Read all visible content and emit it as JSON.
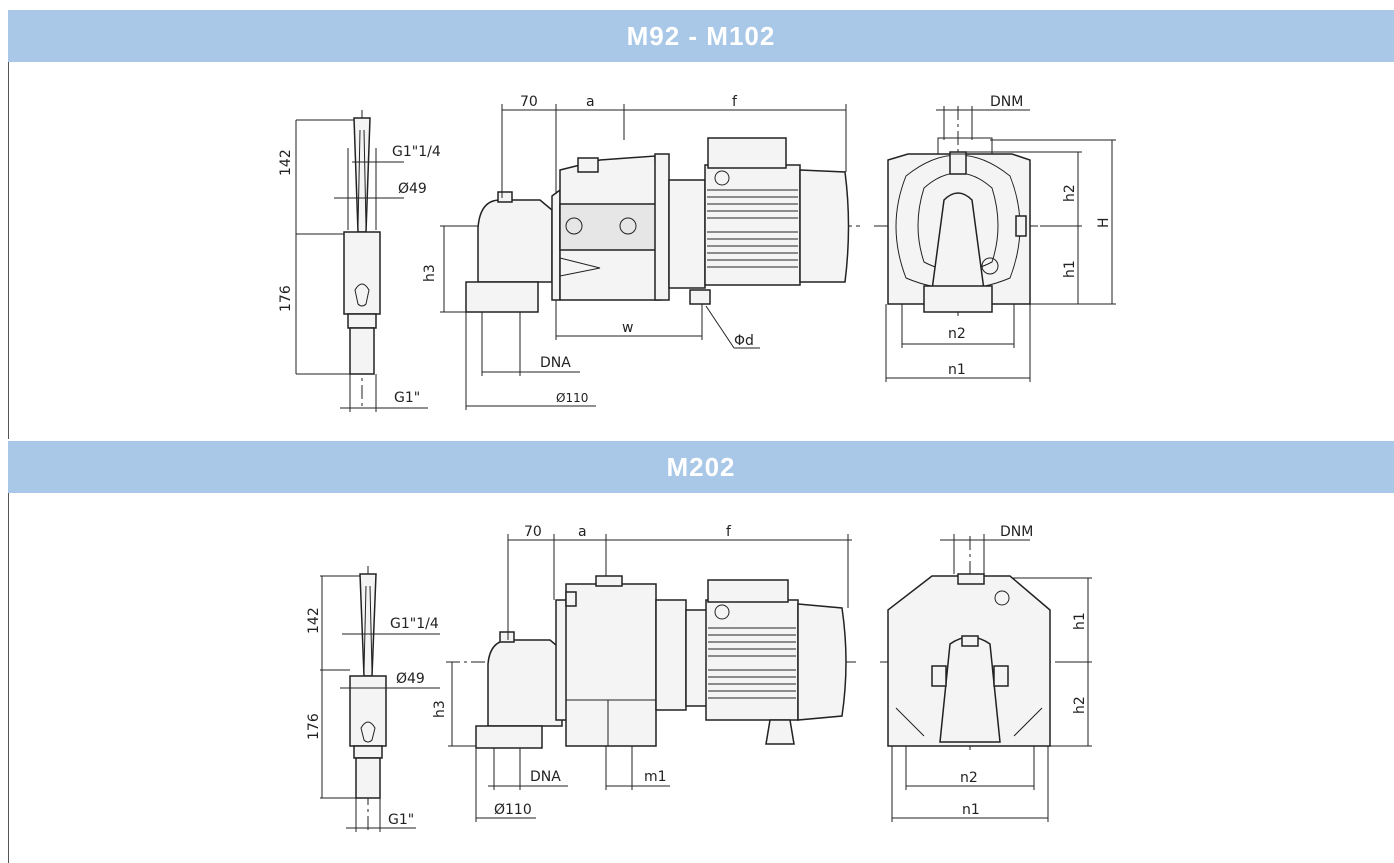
{
  "sections": [
    {
      "title": "M92 - M102",
      "labels": {
        "dim_142": "142",
        "dim_176": "176",
        "g1_1_4": "G1\"1/4",
        "phi49": "Ø49",
        "g1": "G1\"",
        "dim_70": "70",
        "a": "a",
        "f": "f",
        "h3": "h3",
        "w": "w",
        "phi_d": "Φd",
        "dna": "DNA",
        "phi110": "Ø110",
        "dnm": "DNM",
        "h2": "h2",
        "h1": "h1",
        "H": "H",
        "n2": "n2",
        "n1": "n1"
      }
    },
    {
      "title": "M202",
      "labels": {
        "dim_142": "142",
        "dim_176": "176",
        "g1_1_4": "G1\"1/4",
        "phi49": "Ø49",
        "g1": "G1\"",
        "dim_70": "70",
        "a": "a",
        "f": "f",
        "h3": "h3",
        "dna": "DNA",
        "m1": "m1",
        "phi110": "Ø110",
        "dnm": "DNM",
        "h1": "h1",
        "h2": "h2",
        "n2": "n2",
        "n1": "n1"
      }
    }
  ],
  "colors": {
    "header_band": "#a9c8e8",
    "header_text": "#ffffff",
    "line": "#222222"
  }
}
